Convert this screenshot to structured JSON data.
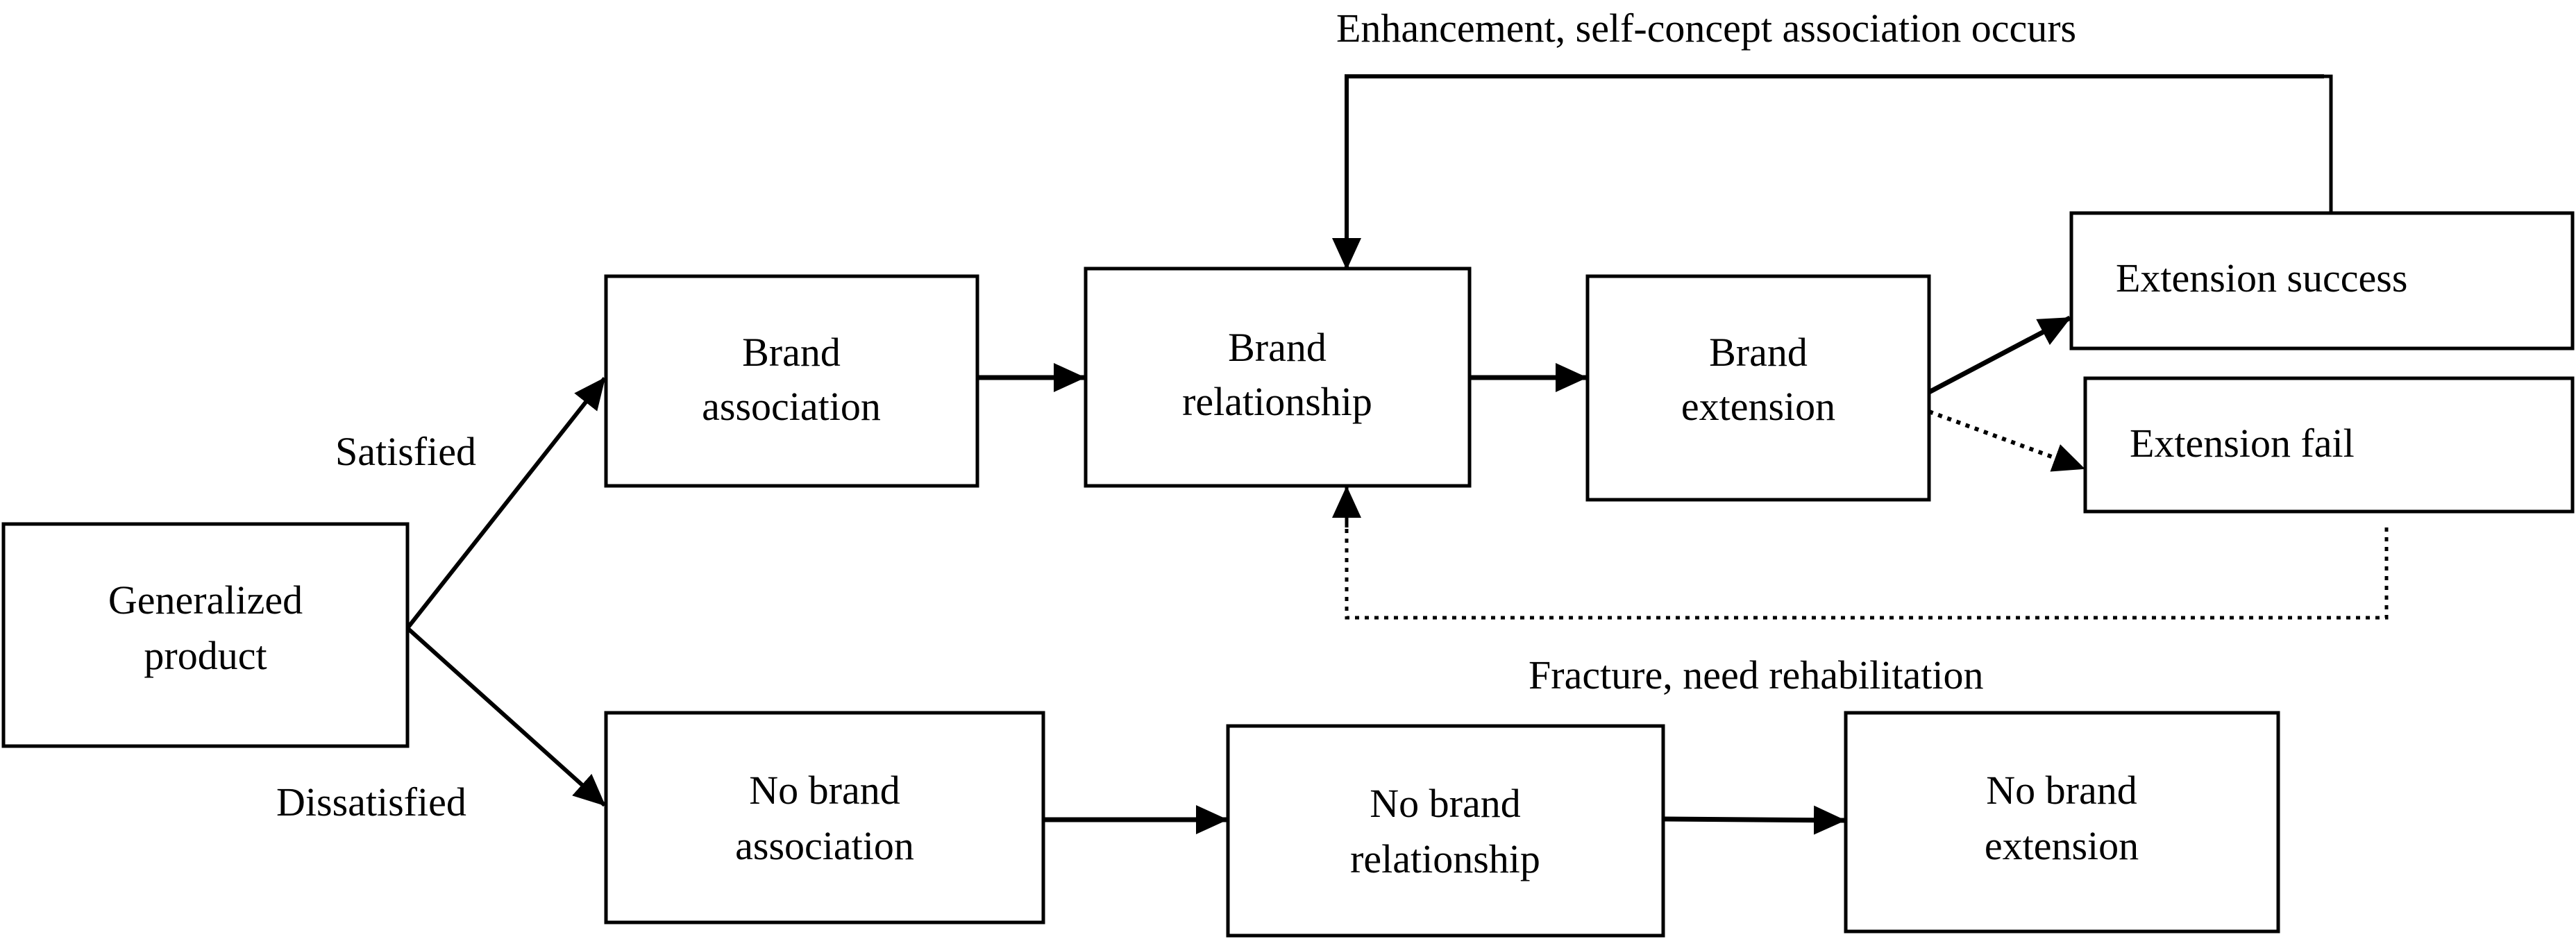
{
  "diagram": {
    "boxes": {
      "generalized_product": [
        "Generalized",
        "product"
      ],
      "brand_association": [
        "Brand",
        "association"
      ],
      "brand_relationship": [
        "Brand",
        "relationship"
      ],
      "brand_extension": [
        "Brand",
        "extension"
      ],
      "extension_success": [
        "Extension success"
      ],
      "extension_fail": [
        "Extension fail"
      ],
      "no_brand_association": [
        "No brand",
        "association"
      ],
      "no_brand_relationship": [
        "No brand",
        "relationship"
      ],
      "no_brand_extension": [
        "No",
        "brand",
        "extension"
      ]
    },
    "labels": {
      "satisfied": "Satisfied",
      "dissatisfied": "Dissatisfied",
      "enhancement": "Enhancement, self-concept association occurs",
      "fracture": "Fracture, need rehabilitation"
    },
    "colors": {
      "stroke": "#000000",
      "text": "#000000",
      "background": "#ffffff"
    }
  }
}
